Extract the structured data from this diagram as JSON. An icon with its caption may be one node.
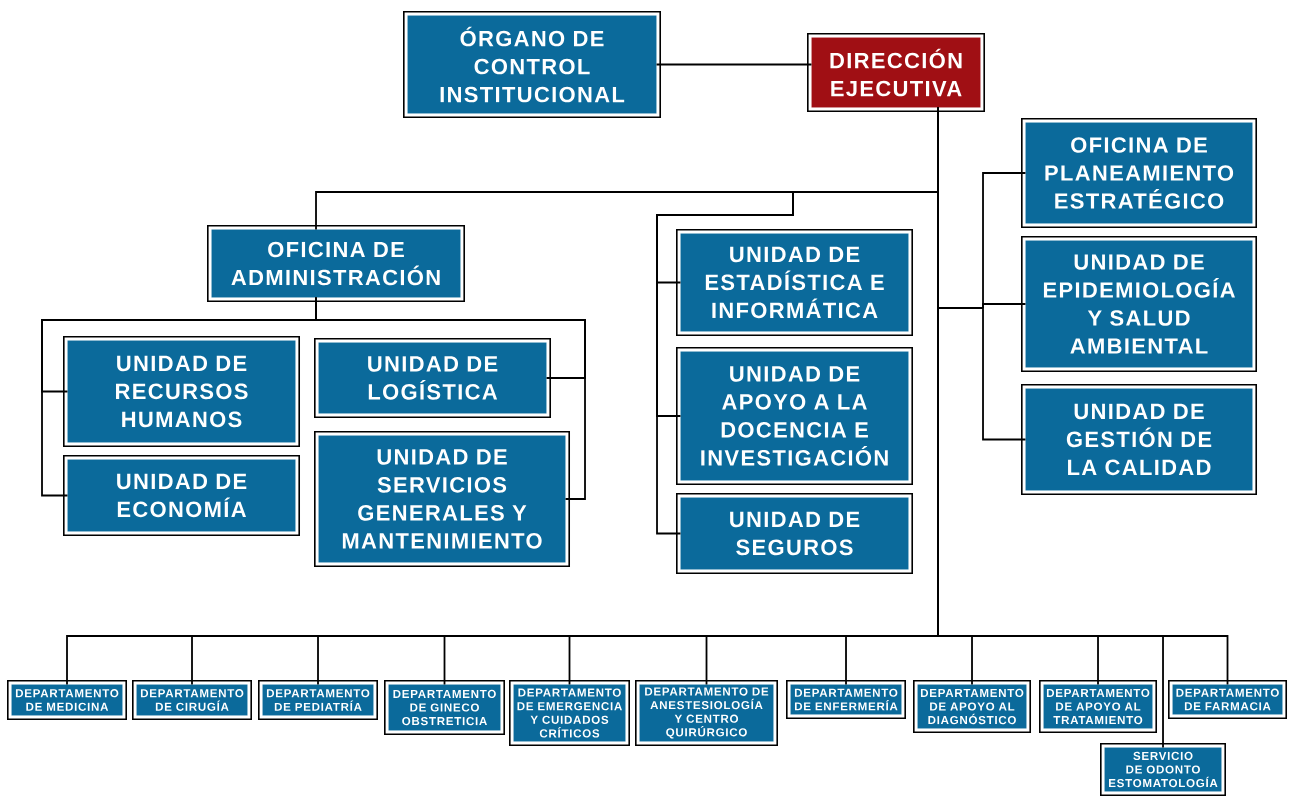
{
  "diagram": {
    "nodes": [
      {
        "text": [
          "ÓRGANO DE CONTROL INSTITUCIONAL"
        ]
      },
      {
        "text": [
          "DIRECCIÓN EJECUTIVA"
        ]
      },
      {
        "text": [
          "OFICINA DE ADMINISTRACIÓN"
        ]
      },
      {
        "text": [
          "UNIDAD DE RECURSOS HUMANOS"
        ]
      },
      {
        "text": [
          "UNIDAD DE LOGÍSTICA"
        ]
      },
      {
        "text": [
          "UNIDAD DE ECONOMÍA"
        ]
      },
      {
        "text": [
          "UNIDAD DE SERVICIOS GENERALES Y MANTENIMIENTO"
        ]
      },
      {
        "text": [
          "UNIDAD DE ESTADÍSTICA E INFORMÁTICA"
        ]
      },
      {
        "text": [
          "UNIDAD DE APOYO A LA DOCENCIA E INVESTIGACIÓN"
        ]
      },
      {
        "text": [
          "UNIDAD DE SEGUROS"
        ]
      },
      {
        "text": [
          "OFICINA DE PLANEAMIENTO ESTRATÉGICO"
        ]
      },
      {
        "text": [
          "UNIDAD DE EPIDEMIOLOGÍA Y SALUD AMBIENTAL"
        ]
      },
      {
        "text": [
          "UNIDAD DE GESTIÓN DE LA CALIDAD"
        ]
      },
      {
        "text": [
          "DEPARTAMENTO DE MEDICINA"
        ]
      },
      {
        "text": [
          "DEPARTAMENTO DE CIRUGÍA"
        ]
      },
      {
        "text": [
          "DEPARTAMENTO DE PEDIATRÍA"
        ]
      },
      {
        "text": [
          "DEPARTAMENTO DE GINECO OBSTRETICIA"
        ]
      },
      {
        "text": [
          "DEPARTAMENTO DE EMERGENCIA Y CUIDADOS CRÍTICOS"
        ]
      },
      {
        "text": [
          "DEPARTAMENTO DE ANESTESIOLOGÍA Y CENTRO QUIRÚRGICO"
        ]
      },
      {
        "text": [
          "DEPARTAMENTO DE ENFERMERÍA"
        ]
      },
      {
        "text": [
          "DEPARTAMENTO DE APOYO AL DIAGNÓSTICO"
        ]
      },
      {
        "text": [
          "DEPARTAMENTO DE APOYO AL TRATAMIENTO"
        ]
      },
      {
        "text": [
          "DEPARTAMENTO DE FARMACIA"
        ]
      },
      {
        "text": [
          "SERVICIO DE ODONTO ESTOMATOLOGÍA"
        ]
      }
    ],
    "edges": [
      {
        "from": 0,
        "to": 1,
        "arrow": "none"
      },
      {
        "from": 1,
        "to": 2,
        "arrow": "none"
      },
      {
        "from": 1,
        "to": 7,
        "arrow": "none"
      },
      {
        "from": 1,
        "to": 8,
        "arrow": "none"
      },
      {
        "from": 1,
        "to": 9,
        "arrow": "none"
      },
      {
        "from": 1,
        "to": 10,
        "arrow": "none"
      },
      {
        "from": 1,
        "to": 11,
        "arrow": "none"
      },
      {
        "from": 1,
        "to": 12,
        "arrow": "none"
      },
      {
        "from": 2,
        "to": 3,
        "arrow": "none"
      },
      {
        "from": 2,
        "to": 4,
        "arrow": "none"
      },
      {
        "from": 2,
        "to": 5,
        "arrow": "none"
      },
      {
        "from": 2,
        "to": 6,
        "arrow": "none"
      },
      {
        "from": 1,
        "to": 13,
        "arrow": "none"
      },
      {
        "from": 1,
        "to": 14,
        "arrow": "none"
      },
      {
        "from": 1,
        "to": 15,
        "arrow": "none"
      },
      {
        "from": 1,
        "to": 16,
        "arrow": "none"
      },
      {
        "from": 1,
        "to": 17,
        "arrow": "none"
      },
      {
        "from": 1,
        "to": 18,
        "arrow": "none"
      },
      {
        "from": 1,
        "to": 19,
        "arrow": "none"
      },
      {
        "from": 1,
        "to": 20,
        "arrow": "none"
      },
      {
        "from": 1,
        "to": 21,
        "arrow": "none"
      },
      {
        "from": 1,
        "to": 22,
        "arrow": "none"
      },
      {
        "from": 1,
        "to": 23,
        "arrow": "none"
      }
    ]
  }
}
